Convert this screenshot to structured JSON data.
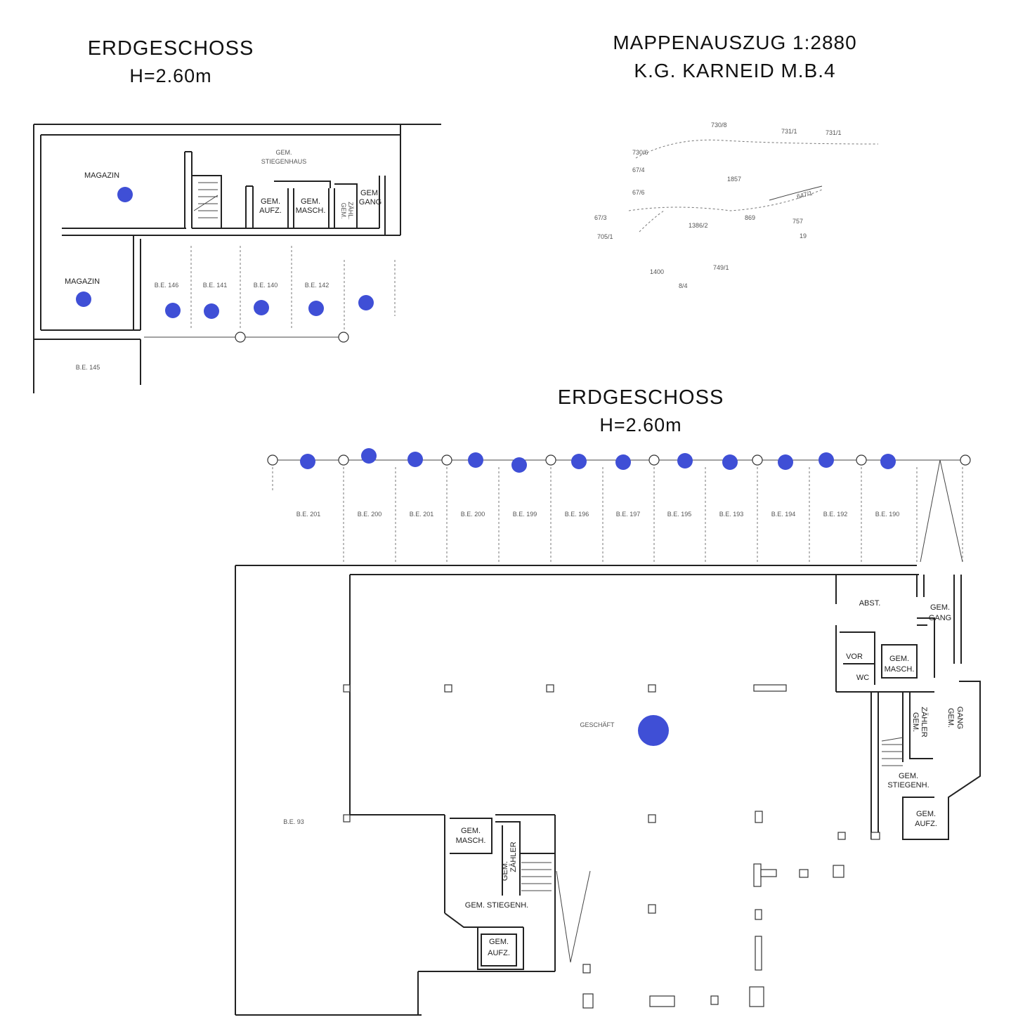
{
  "titles": {
    "top_left_floor": "ERDGESCHOSS",
    "top_left_height": "H=2.60m",
    "map_line1": "MAPPENAUSZUG 1:2880",
    "map_line2": "K.G. KARNEID M.B.4",
    "bottom_floor": "ERDGESCHOSS",
    "bottom_height": "H=2.60m"
  },
  "top_plan": {
    "rooms": {
      "magazin_upper": "MAGAZIN",
      "magazin_lower": "MAGAZIN",
      "stiegenhaus_1": "GEM.",
      "stiegenhaus_2": "STIEGENHAUS",
      "aufz_1": "GEM.",
      "aufz_2": "AUFZ.",
      "masch_1": "GEM.",
      "masch_2": "MASCH.",
      "zahler_1": "GEM.",
      "zahler_2": "ZÄHL.",
      "gang_1": "GEM.",
      "gang_2": "GANG"
    },
    "parcels": [
      "B.E. 146",
      "B.E. 141",
      "B.E. 140",
      "B.E. 142",
      "B.E. 145"
    ]
  },
  "map_excerpt": {
    "parcels": [
      "730/8",
      "731/1",
      "731/1",
      "730/6",
      "67/4",
      "1857",
      "67/6",
      "647/1",
      "67/3",
      "705/1",
      "869",
      "757",
      "1386/2",
      "19",
      "1400",
      "749/1",
      "8/4"
    ]
  },
  "bottom_plan": {
    "parcels": [
      "B.E. 201",
      "B.E. 200",
      "B.E. 201",
      "B.E. 200",
      "B.E. 199",
      "B.E. 196",
      "B.E. 197",
      "B.E. 195",
      "B.E. 193",
      "B.E. 194",
      "B.E. 192",
      "B.E. 190"
    ],
    "rooms": {
      "geschaft": "GESCHÄFT",
      "be_left": "B.E. 93",
      "abst": "ABST.",
      "gang_top_1": "GEM.",
      "gang_top_2": "GANG",
      "vor": "VOR",
      "wc": "WC",
      "masch_right_1": "GEM.",
      "masch_right_2": "MASCH.",
      "zahler_right_1": "GEM.",
      "zahler_right_2": "ZÄHLER",
      "gang_right_1": "GEM.",
      "gang_right_2": "GANG",
      "stiegenh_right_1": "GEM.",
      "stiegenh_right_2": "STIEGENH.",
      "aufz_right_1": "GEM.",
      "aufz_right_2": "AUFZ.",
      "masch_left_1": "GEM.",
      "masch_left_2": "MASCH.",
      "zahler_left_1": "GEM.",
      "zahler_left_2": "ZÄHLER",
      "stiegenh_left": "GEM. STIEGENH.",
      "aufz_left_1": "GEM.",
      "aufz_left_2": "AUFZ."
    }
  },
  "marker_color": "#3f4fd6"
}
